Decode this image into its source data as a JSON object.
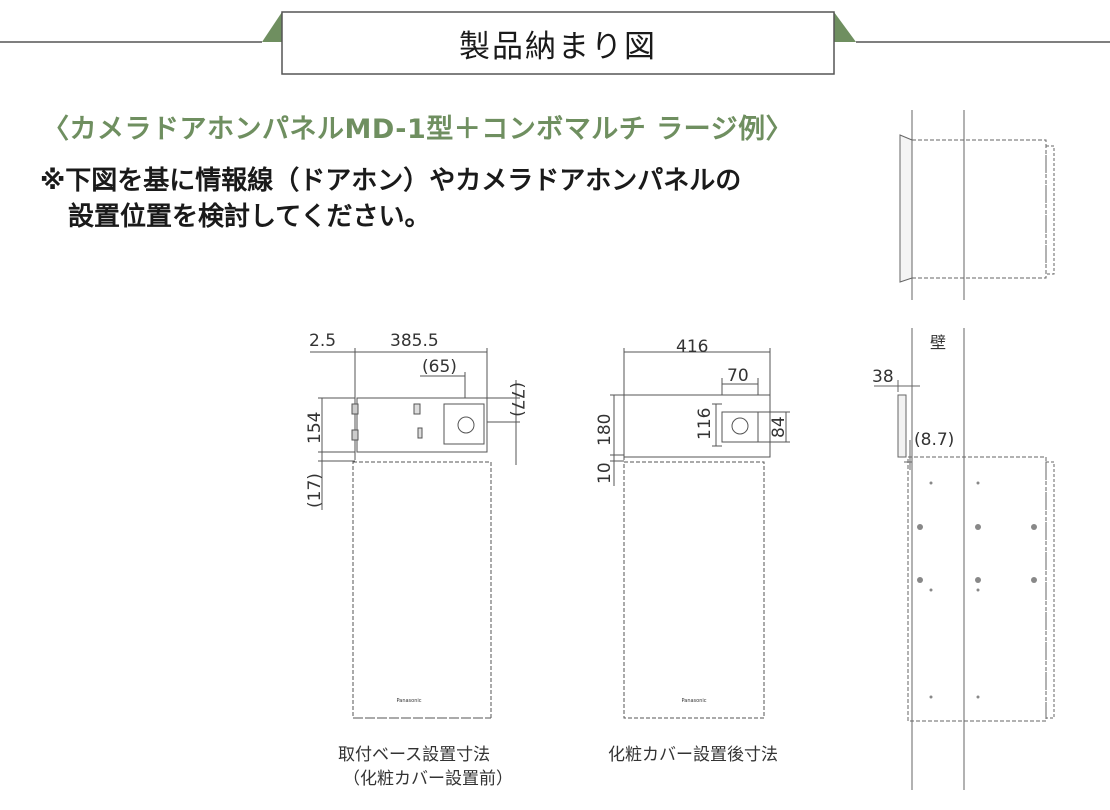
{
  "header": {
    "title": "製品納まり図"
  },
  "subtitle": "〈カメラドアホンパネルMD-1型＋コンボマルチ ラージ例〉",
  "notes": [
    "※下図を基に情報線（ドアホン）やカメラドアホンパネルの",
    "設置位置を検討してください。"
  ],
  "captions": {
    "base_line1": "取付ベース設置寸法",
    "base_line2": "（化粧カバー設置前）",
    "cover": "化粧カバー設置後寸法"
  },
  "dimensions": {
    "base_offset": "2.5",
    "base_width": "385.5",
    "base_hole_x": "(65)",
    "base_hole_y": "(77)",
    "base_height": "154",
    "base_gap": "(17)",
    "cover_width": "416",
    "cover_hole_w": "70",
    "cover_hole_h_outer": "116",
    "cover_hole_h_inner": "84",
    "cover_height": "180",
    "cover_gap": "10",
    "side_depth": "38",
    "side_gap": "(8.7)"
  },
  "labels": {
    "wall": "壁",
    "brand": "Panasonic"
  },
  "colors": {
    "accent": "#6f8f60",
    "line": "#555555",
    "dash": "#777777"
  }
}
